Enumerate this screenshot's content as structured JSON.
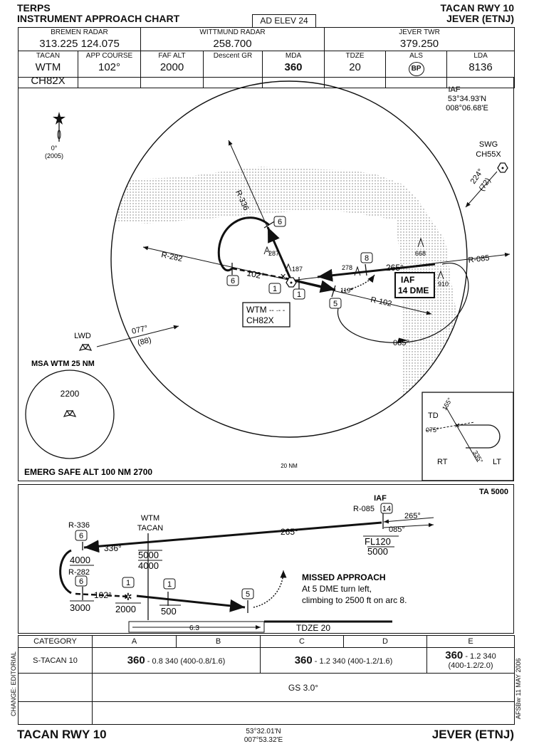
{
  "header": {
    "left_line1": "TERPS",
    "left_line2": "INSTRUMENT APPROACH CHART",
    "elev": "AD ELEV 24",
    "right_line1": "TACAN RWY 10",
    "right_line2": "JEVER (ETNJ)"
  },
  "comms": [
    {
      "label": "BREMEN RADAR",
      "value": "313.225   124.075"
    },
    {
      "label": "WITTMUND RADAR",
      "value": "258.700"
    },
    {
      "label": "JEVER TWR",
      "value": "379.250"
    }
  ],
  "approach_info": [
    {
      "label": "TACAN",
      "value": "WTM CH82X"
    },
    {
      "label": "APP COURSE",
      "value": "102°"
    },
    {
      "label": "FAF ALT",
      "value": "2000"
    },
    {
      "label": "Descent GR",
      "value": ""
    },
    {
      "label": "MDA",
      "value": "360"
    },
    {
      "label": "TDZE",
      "value": "20"
    },
    {
      "label": "ALS",
      "value": "BP"
    },
    {
      "label": "LDA",
      "value": "8136"
    }
  ],
  "plan": {
    "iaf_label": "IAF",
    "iaf_lat": "53°34.93'N",
    "iaf_lon": "008°06.68'E",
    "north_label": "0°",
    "north_year": "(2005)",
    "swg_name": "SWG",
    "swg_channel": "CH55X",
    "swg_radial": "224°",
    "swg_radial_rec": "(72)",
    "r336": "R-336",
    "r282": "R-282",
    "r085": "R-085",
    "r102": "R-102",
    "course_102": "102°",
    "course_265": "265°",
    "course_085": "085°",
    "dme_6a": "6",
    "dme_6b": "6",
    "dme_8": "8",
    "dme_1a": "1",
    "dme_1b": "1",
    "dme_5": "5",
    "obst_287": "287",
    "obst_187": "187",
    "obst_278": "278",
    "obst_119": "119",
    "obst_668": "668",
    "obst_910": "910",
    "iaf_box_line1": "IAF",
    "iaf_box_line2": "14 DME",
    "wtm_box_line1": "WTM",
    "wtm_box_morse": "-- ·- -",
    "wtm_box_line2": "CH82X",
    "lwd_name": "LWD",
    "lwd_radial": "077°",
    "lwd_radial_rec": "(88)",
    "msa_title": "MSA WTM 25 NM",
    "msa_alt": "2200",
    "emerg": "EMERG SAFE ALT 100 NM 2700",
    "scale": "20 NM",
    "hold_td": "TD",
    "hold_rt": "RT",
    "hold_lt": "LT",
    "hold_155": "155°",
    "hold_075": "075°",
    "hold_335": "335°"
  },
  "profile": {
    "ta": "TA 5000",
    "iaf": "IAF",
    "r085": "R-085",
    "dme14": "14",
    "in265": "265°",
    "out085": "085°",
    "fl120": "FL120",
    "alt5000a": "5000",
    "seg265": "265°",
    "wtm": "WTM",
    "tacan": "TACAN",
    "alt5000b": "5000",
    "alt4000a": "4000",
    "r336": "R-336",
    "dme6a": "6",
    "c336": "336°",
    "alt4000b": "4000",
    "r282": "R-282",
    "dme6b": "6",
    "alt3000": "3000",
    "c102": "102°",
    "dme1a": "1",
    "alt2000": "2000",
    "dme1b": "1",
    "alt500": "500",
    "dme5": "5",
    "ma_title": "MISSED APPROACH",
    "ma_line1": "At 5 DME turn left,",
    "ma_line2": "climbing to 2500 ft on arc 8.",
    "dist": "6.3",
    "tdze": "TDZE 20"
  },
  "minimums": {
    "cat_header": "CATEGORY",
    "cats": [
      "A",
      "B",
      "C",
      "D",
      "E"
    ],
    "row_label": "S-TACAN 10",
    "ab_mda": "360",
    "ab_rest": " - 0.8 340 (400-0.8/1.6)",
    "cd_mda": "360",
    "cd_rest": " - 1.2 340 (400-1.2/1.6)",
    "e_mda": "360",
    "e_rest": " - 1.2 340",
    "e_line2": "(400-1.2/2.0)",
    "gs": "GS 3.0°"
  },
  "footer": {
    "left": "TACAN RWY 10",
    "right": "JEVER (ETNJ)",
    "lat": "53°32.01'N",
    "lon": "007°53.32'E",
    "side_left": "CHANGE: EDITORIAL",
    "side_right": "AFSBw 11 MAY 2006"
  }
}
